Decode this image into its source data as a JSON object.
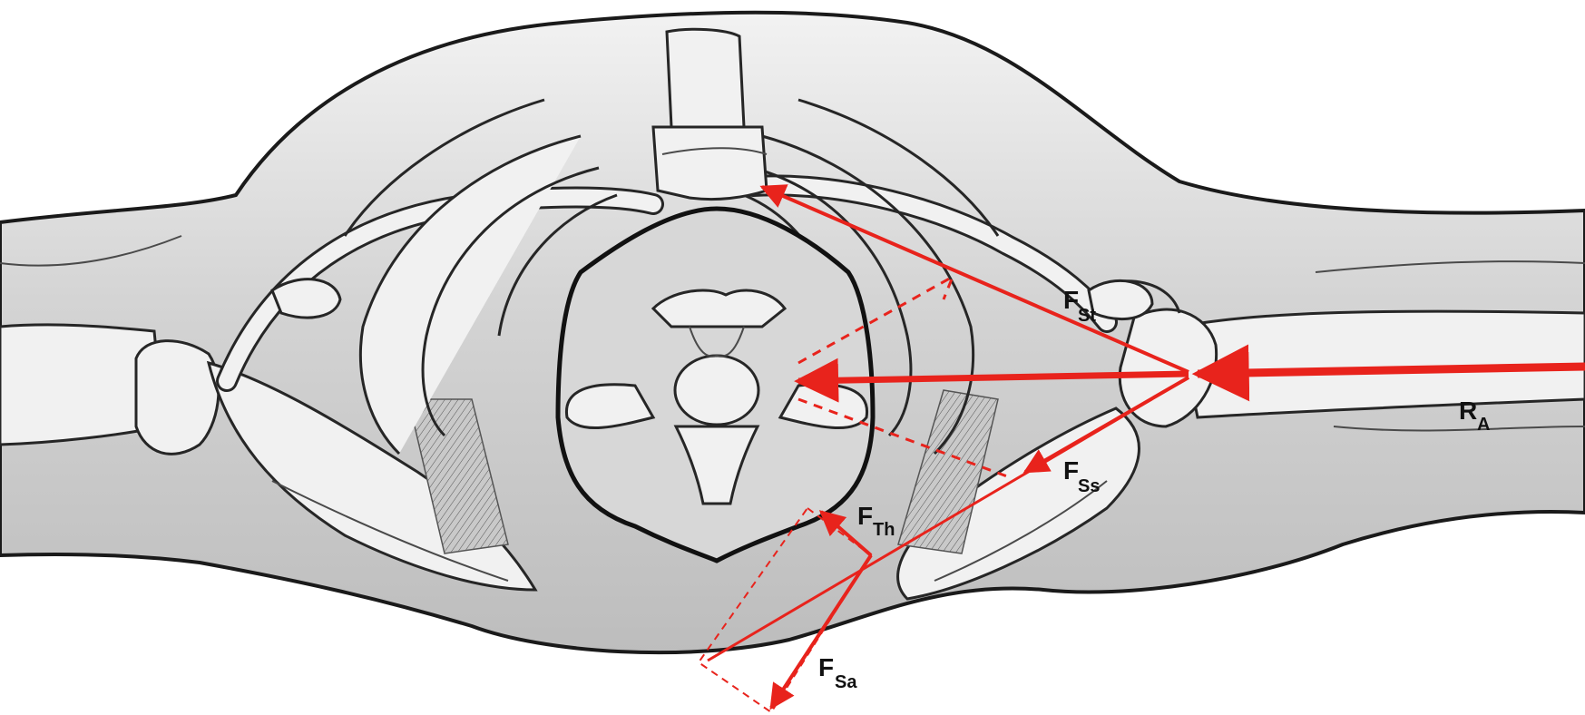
{
  "colors": {
    "force": "#e8231c",
    "outline": "#262626",
    "background_body": "#d9d9d9",
    "bone": "#f1f1f1"
  },
  "labels": {
    "f_st": {
      "main": "F",
      "sub": "St"
    },
    "f_ss": {
      "main": "F",
      "sub": "Ss"
    },
    "f_th": {
      "main": "F",
      "sub": "Th"
    },
    "f_sa": {
      "main": "F",
      "sub": "Sa"
    },
    "r_a": {
      "main": "R",
      "sub": "A"
    }
  }
}
